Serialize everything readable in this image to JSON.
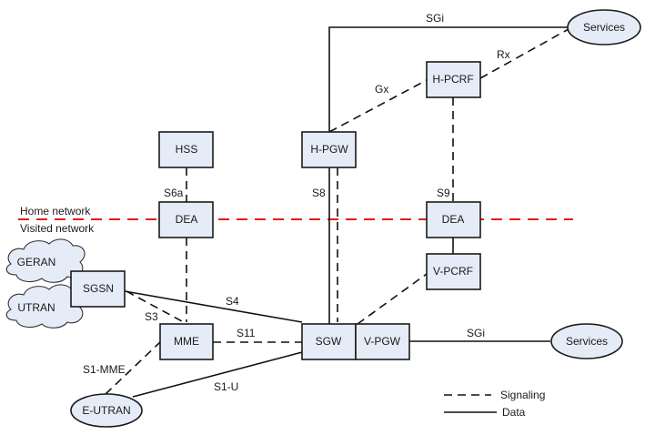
{
  "diagram": {
    "zones": {
      "home_label": "Home network",
      "visited_label": "Visited network",
      "border_color": "#e41c1c"
    },
    "nodes": {
      "services_home": "Services",
      "h_pcrf": "H-PCRF",
      "hss": "HSS",
      "h_pgw": "H-PGW",
      "dea_visited": "DEA",
      "dea_home_side": "DEA",
      "v_pcrf": "V-PCRF",
      "geran": "GERAN",
      "utran": "UTRAN",
      "sgsn": "SGSN",
      "mme": "MME",
      "sgw": "SGW",
      "v_pgw": "V-PGW",
      "services_visited": "Services",
      "e_utran": "E-UTRAN"
    },
    "interfaces": {
      "sgi_home": "SGi",
      "rx": "Rx",
      "gx": "Gx",
      "s6a": "S6a",
      "s8": "S8",
      "s9": "S9",
      "s4": "S4",
      "s3": "S3",
      "s11": "S11",
      "sgi_visited": "SGi",
      "s1_mme": "S1-MME",
      "s1_u": "S1-U"
    },
    "legend": {
      "signaling": "Signaling",
      "data": "Data"
    },
    "colors": {
      "node_fill": "#e6ecf7",
      "line": "#111111"
    }
  }
}
